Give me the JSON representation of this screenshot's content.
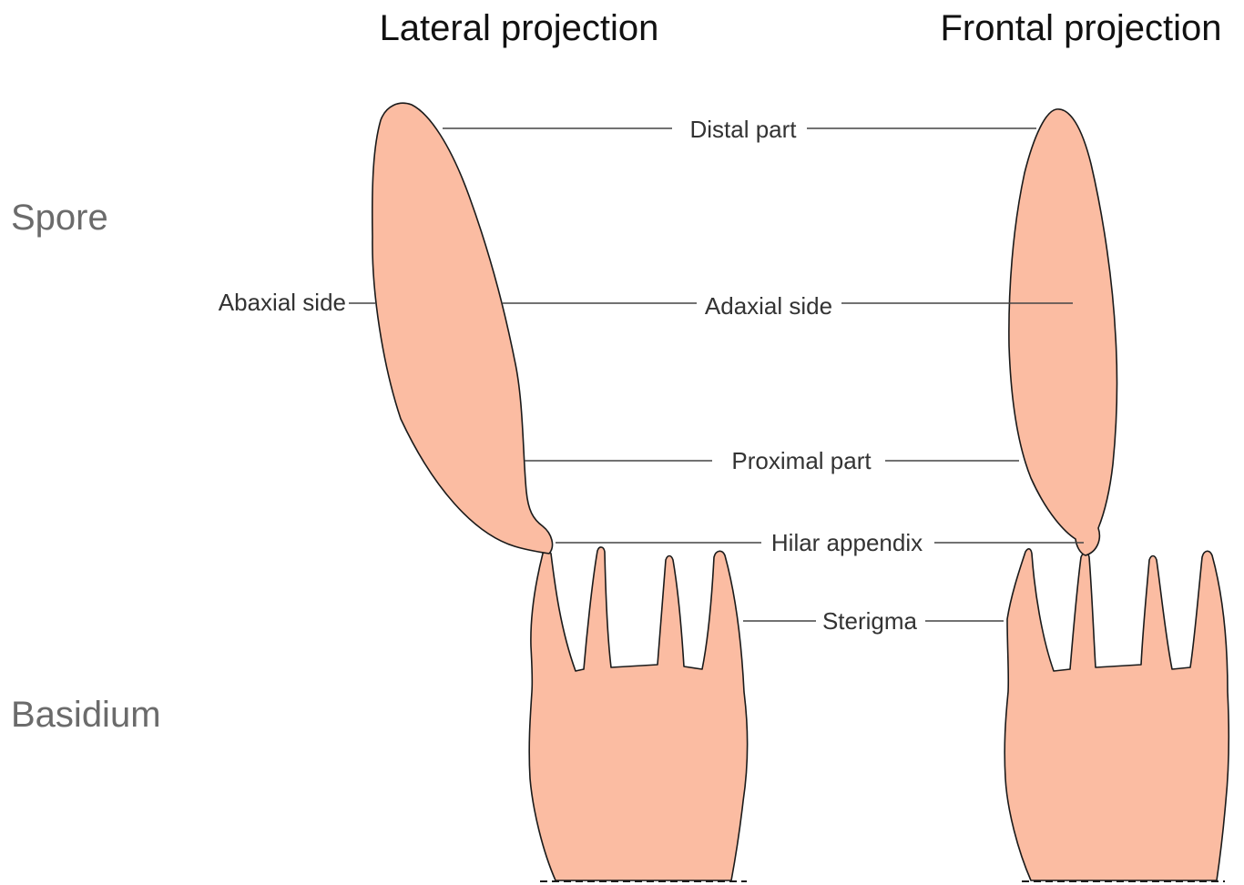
{
  "colors": {
    "fill": "#fbbca2",
    "outline": "#1a1a1a",
    "leader": "#444444",
    "title_text": "#111111",
    "row_label_text": "#6b6b6b",
    "part_label_text": "#333333"
  },
  "titles": {
    "lateral": "Lateral projection",
    "frontal": "Frontal projection"
  },
  "rows": {
    "spore": "Spore",
    "basidium": "Basidium"
  },
  "labels": {
    "distal": "Distal part",
    "abaxial": "Abaxial side",
    "adaxial": "Adaxial side",
    "proximal": "Proximal part",
    "hilar": "Hilar appendix",
    "sterigma": "Sterigma"
  }
}
